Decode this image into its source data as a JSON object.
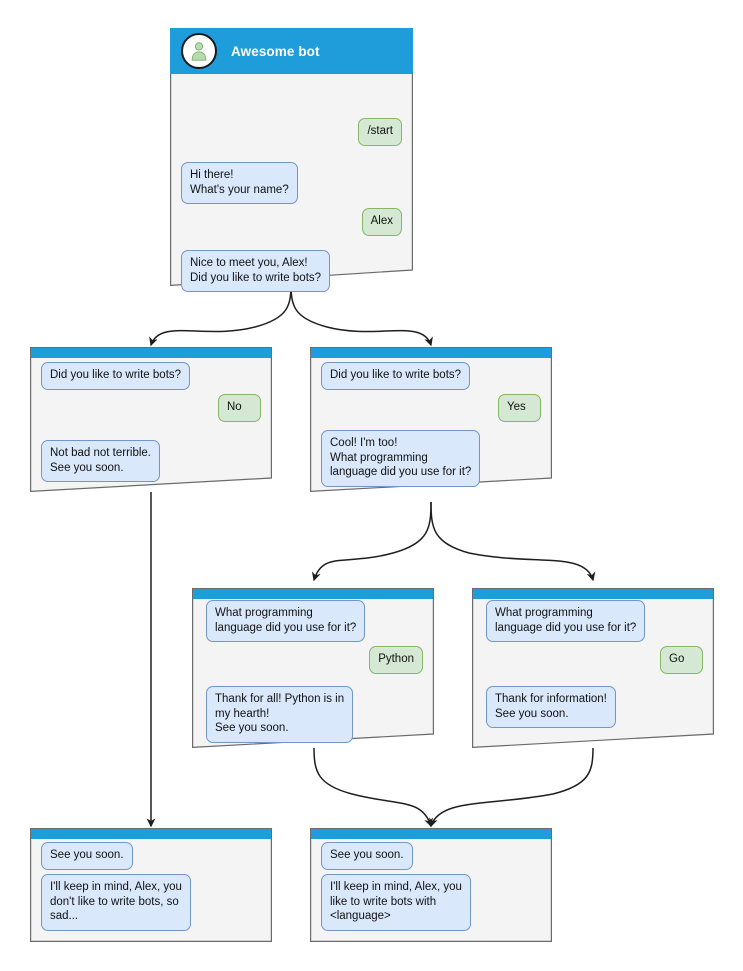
{
  "palette": {
    "header_blue": "#1f9ddb",
    "card_bg": "#f4f4f4",
    "card_border": "#6b6b6b",
    "bot_bubble_bg": "#dae8fc",
    "bot_bubble_border": "#7396c8",
    "user_bubble_bg": "#d5e8d4",
    "user_bubble_border": "#85b765",
    "connector": "#1f1f1f",
    "avatar_fill": "#b5dcae",
    "page_bg": "#ffffff"
  },
  "root_card": {
    "header": {
      "title": "Awesome bot",
      "avatar_icon": "person-avatar-icon"
    },
    "messages": [
      {
        "side": "user",
        "text": "/start"
      },
      {
        "side": "bot",
        "text": "Hi there!\nWhat's your name?"
      },
      {
        "side": "user",
        "text": "Alex"
      },
      {
        "side": "bot",
        "text": "Nice to meet you, Alex!\nDid you like to write bots?"
      }
    ]
  },
  "cards": [
    {
      "id": "branch-no",
      "messages": [
        {
          "side": "bot",
          "text": "Did you like to write bots?"
        },
        {
          "side": "user",
          "text": "No"
        },
        {
          "side": "bot",
          "text": "Not bad not terrible.\nSee you soon."
        }
      ]
    },
    {
      "id": "branch-yes",
      "messages": [
        {
          "side": "bot",
          "text": "Did you like to write bots?"
        },
        {
          "side": "user",
          "text": "Yes"
        },
        {
          "side": "bot",
          "text": "Cool! I'm too!\nWhat programming\nlanguage did you use for it?"
        }
      ]
    },
    {
      "id": "branch-python",
      "messages": [
        {
          "side": "bot",
          "text": "What programming\nlanguage did you use for it?"
        },
        {
          "side": "user",
          "text": "Python"
        },
        {
          "side": "bot",
          "text": "Thank for all! Python is in\nmy hearth!\nSee you soon."
        }
      ]
    },
    {
      "id": "branch-go",
      "messages": [
        {
          "side": "bot",
          "text": "What programming\nlanguage did you use for it?"
        },
        {
          "side": "user",
          "text": "Go"
        },
        {
          "side": "bot",
          "text": "Thank for information!\nSee you soon."
        }
      ]
    },
    {
      "id": "end-sad",
      "messages": [
        {
          "side": "bot",
          "text": "See you soon."
        },
        {
          "side": "bot",
          "text": "I'll keep in mind, Alex, you\ndon't like to write bots, so\nsad..."
        }
      ]
    },
    {
      "id": "end-happy",
      "messages": [
        {
          "side": "bot",
          "text": "See you soon."
        },
        {
          "side": "bot",
          "text": "I'll keep in mind, Alex, you\nlike to write bots with\n<language>"
        }
      ]
    }
  ]
}
